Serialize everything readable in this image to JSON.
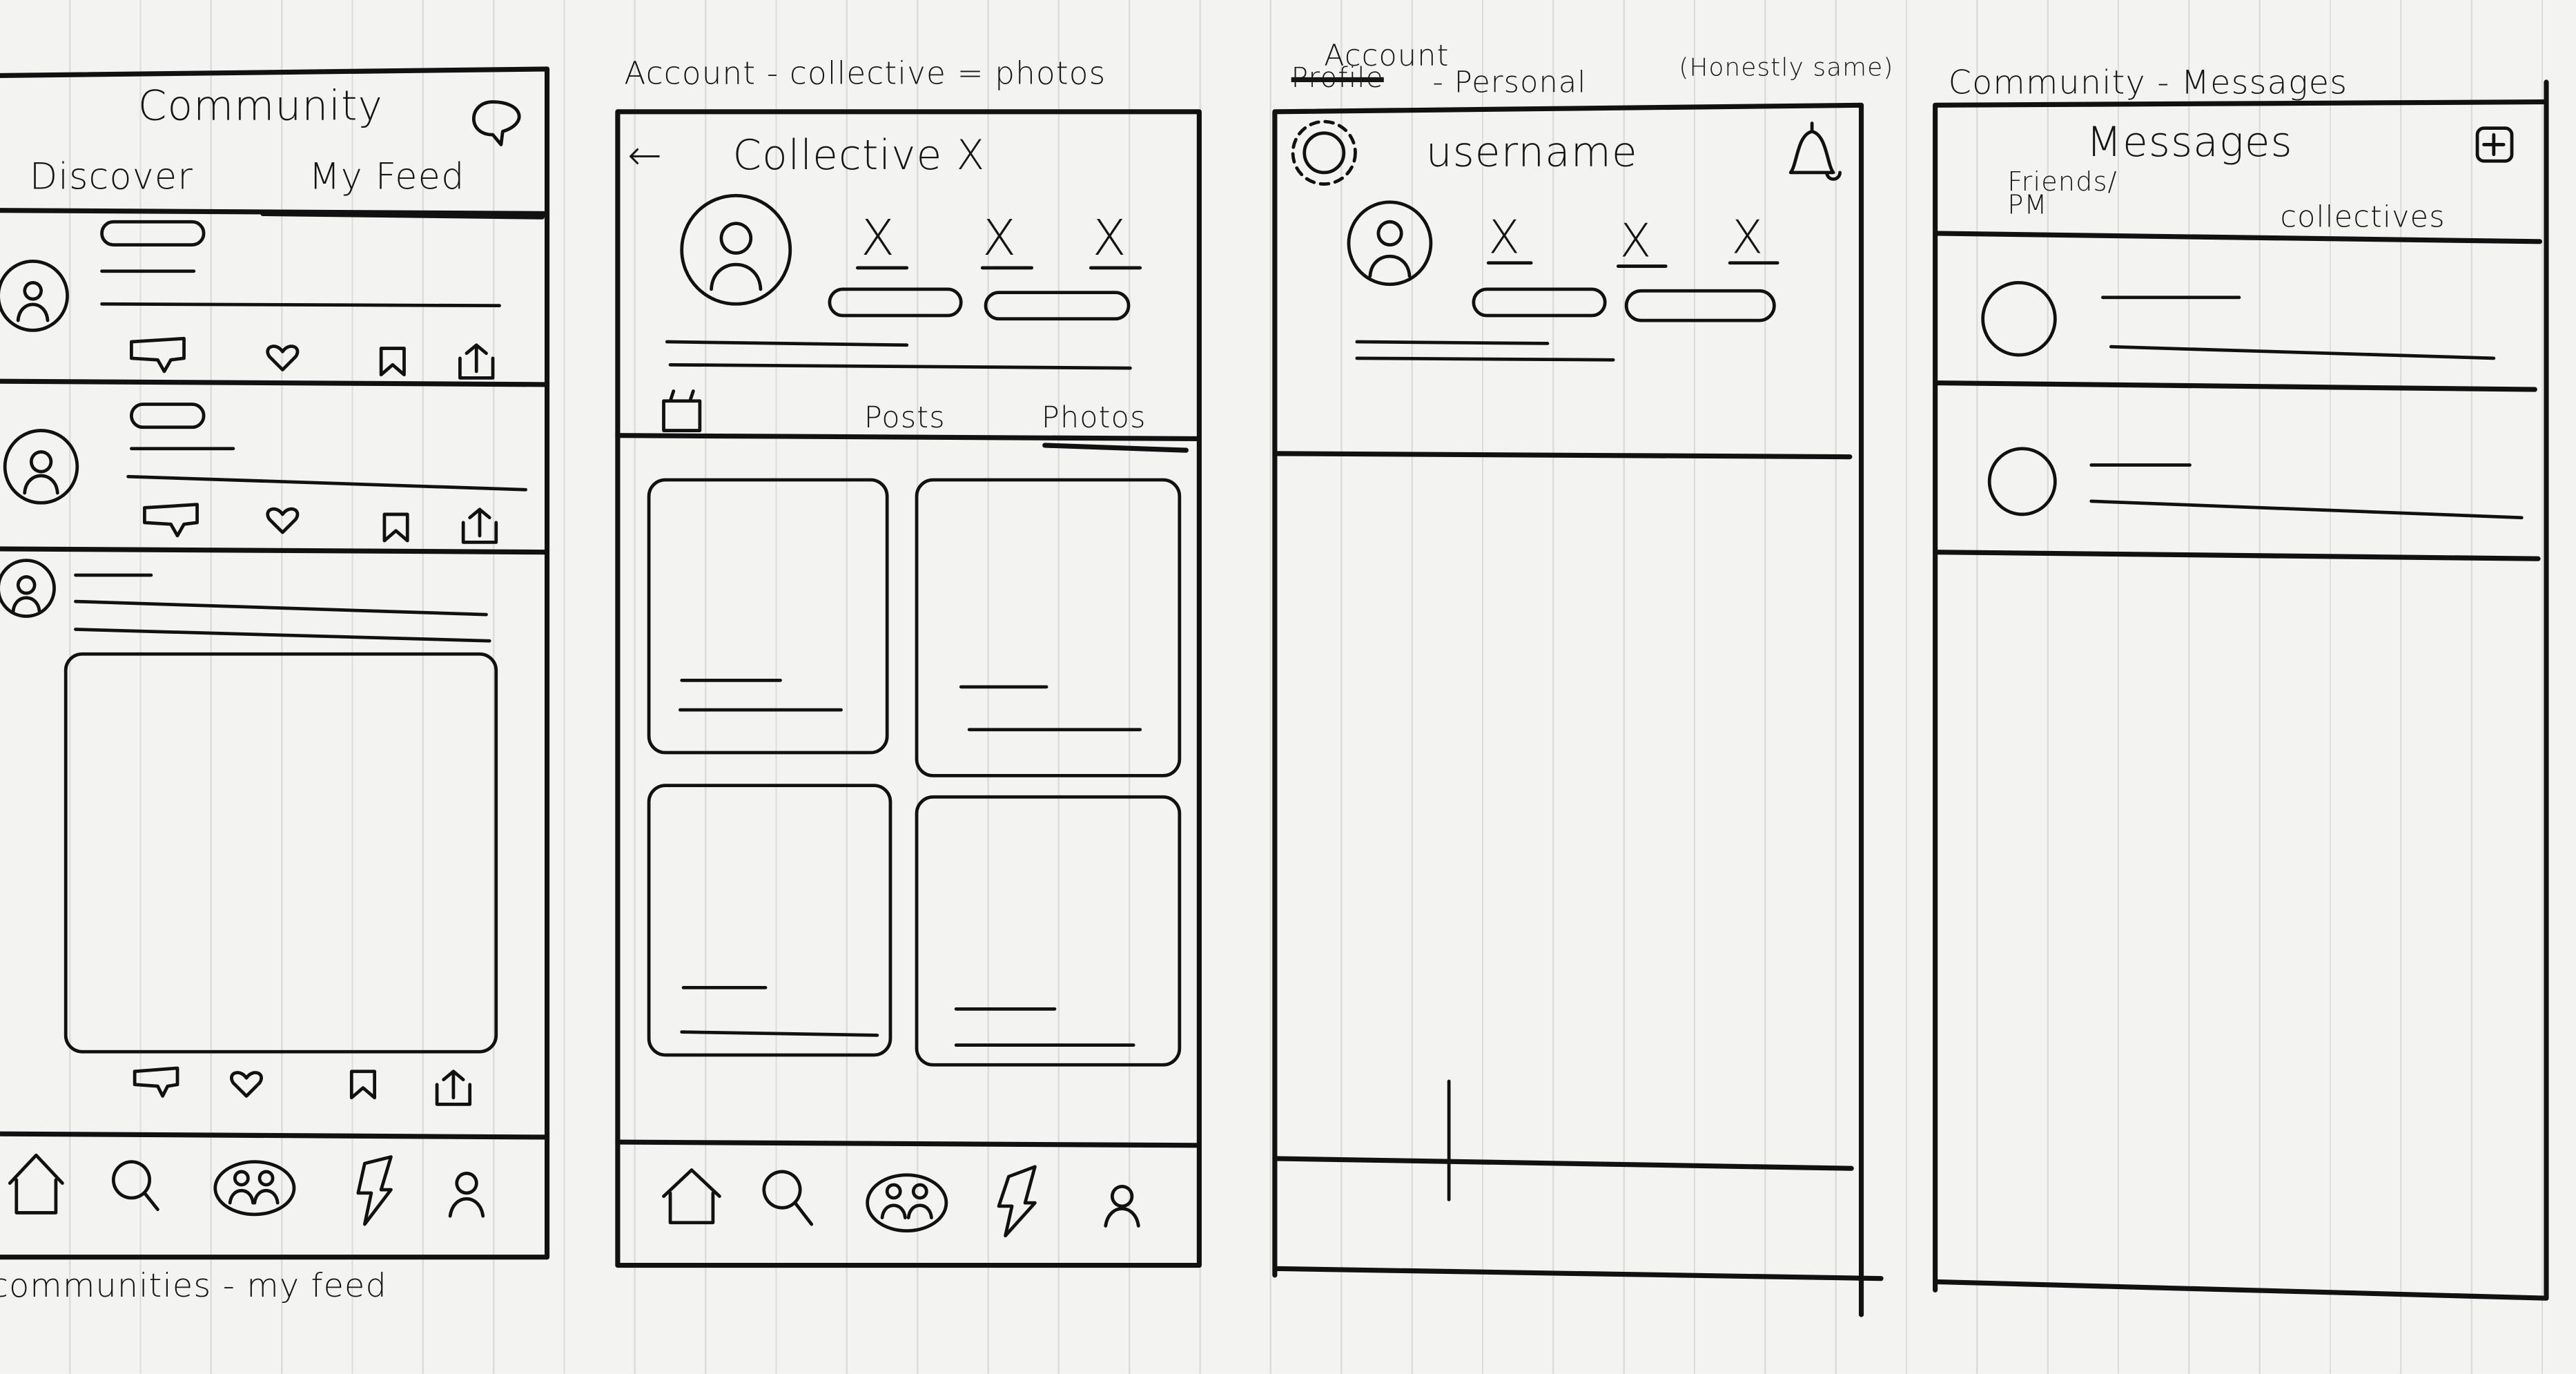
{
  "screens": [
    {
      "caption": "communities - my feed",
      "header": {
        "title": "Community",
        "action_icon": "chat-bubble-icon"
      },
      "tabs": [
        "Discover",
        "My Feed"
      ],
      "active_tab": "My Feed",
      "post_actions": [
        "comment-icon",
        "heart-icon",
        "bookmark-icon",
        "share-icon"
      ],
      "nav_icons": [
        "home-icon",
        "search-icon",
        "community-icon",
        "bolt-icon",
        "profile-icon"
      ]
    },
    {
      "caption": "Account - collective = photos",
      "header": {
        "back": "←",
        "title": "Collective X"
      },
      "stats": [
        "X",
        "X",
        "X"
      ],
      "tabs": [
        "Posts",
        "Photos"
      ],
      "active_tab": "Photos",
      "nav_icons": [
        "home-icon",
        "search-icon",
        "community-icon",
        "bolt-icon",
        "profile-icon"
      ]
    },
    {
      "caption_struck": "Profile",
      "caption_insert": "Account",
      "caption": "- Personal",
      "note": "(Honestly same)",
      "header": {
        "title": "username",
        "left_icon": "gear-icon",
        "right_icon": "bell-icon"
      },
      "stats": [
        "X",
        "X",
        "X"
      ]
    },
    {
      "caption": "Community - Messages",
      "header": {
        "title": "Messages",
        "action_icon": "plus-square-icon"
      },
      "tabs": [
        "Friends/ PM",
        "collectives"
      ]
    }
  ]
}
